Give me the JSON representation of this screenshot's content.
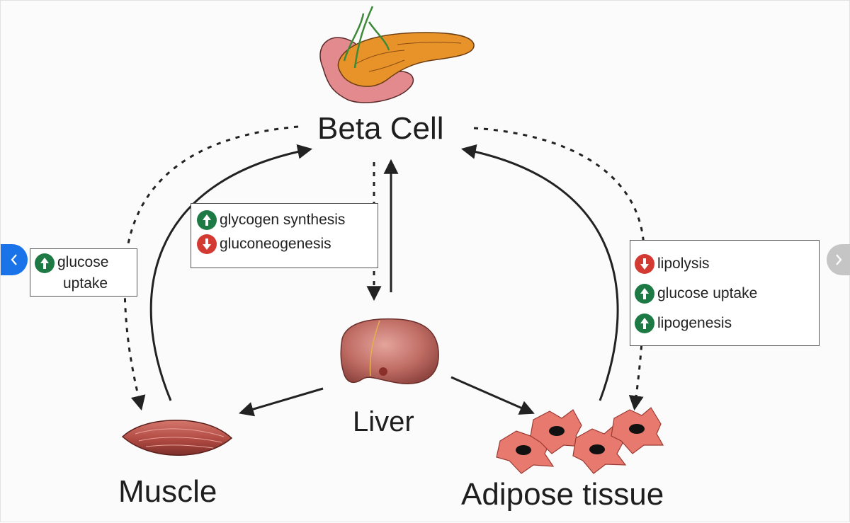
{
  "organs": {
    "beta_cell": "Beta Cell",
    "liver": "Liver",
    "muscle": "Muscle",
    "adipose": "Adipose tissue"
  },
  "liver_box": [
    {
      "direction": "up",
      "label": "glycogen synthesis"
    },
    {
      "direction": "down",
      "label": "gluconeogenesis"
    }
  ],
  "muscle_box": {
    "direction": "up",
    "line1": "glucose",
    "line2": "uptake"
  },
  "adipose_box": [
    {
      "direction": "down",
      "label": "lipolysis"
    },
    {
      "direction": "up",
      "label": "glucose uptake"
    },
    {
      "direction": "up",
      "label": "lipogenesis"
    }
  ],
  "colors": {
    "increase": "#1e7a45",
    "decrease": "#d33a32",
    "pancreas": "#e8922a",
    "liver": "#b5605a",
    "muscle": "#b8524a",
    "adipocyte": "#e8796e"
  },
  "nav": {
    "prev_icon": "chevron-left-icon",
    "next_icon": "chevron-right-icon"
  }
}
